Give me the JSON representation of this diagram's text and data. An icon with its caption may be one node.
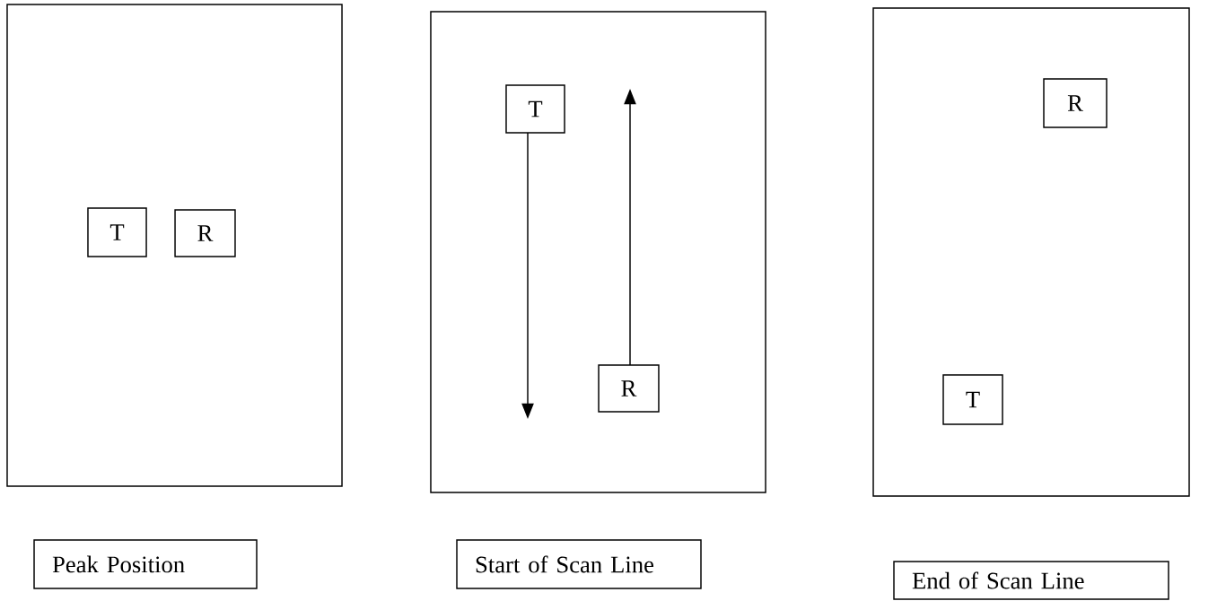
{
  "diagram": {
    "nodes": [
      {
        "text": [],
        "shape": "box"
      },
      {
        "text": [
          "T"
        ],
        "in": 0
      },
      {
        "text": [
          "R"
        ],
        "in": 0
      },
      {
        "text": [],
        "shape": "box"
      },
      {
        "text": [
          "T"
        ],
        "in": 3
      },
      {
        "text": [
          "R"
        ],
        "in": 3
      },
      {
        "text": [],
        "shape": "box"
      },
      {
        "text": [
          "R"
        ],
        "in": 6
      },
      {
        "text": [
          "T"
        ],
        "in": 6
      },
      {
        "text": [
          "Peak Position"
        ]
      },
      {
        "text": [
          "Start of Scan Line"
        ]
      },
      {
        "text": [
          "End of Scan Line"
        ]
      }
    ],
    "edges": [
      {
        "from": 4,
        "to": null,
        "arrow": "to"
      },
      {
        "from": 5,
        "to": null,
        "arrow": "to"
      }
    ]
  }
}
